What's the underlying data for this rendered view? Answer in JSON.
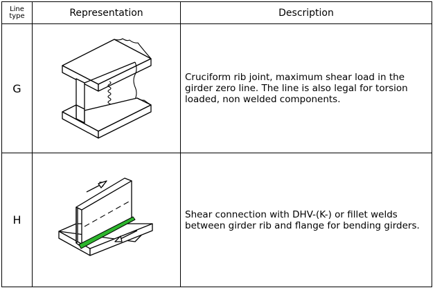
{
  "header": {
    "line_type": "Line\ntype",
    "representation": "Representation",
    "description": "Description"
  },
  "rows": [
    {
      "type": "G",
      "description": "Cruciform rib joint, maximum shear load in the girder zero line. The line is also legal for torsion loaded, non welded components.",
      "illustration": "cruciform-rib-joint-icon"
    },
    {
      "type": "H",
      "description": "Shear connection with DHV-(K-) or fillet welds between girder rib and flange for bending girders.",
      "illustration": "shear-connection-weld-icon",
      "weld_color": "#2db52d"
    }
  ]
}
